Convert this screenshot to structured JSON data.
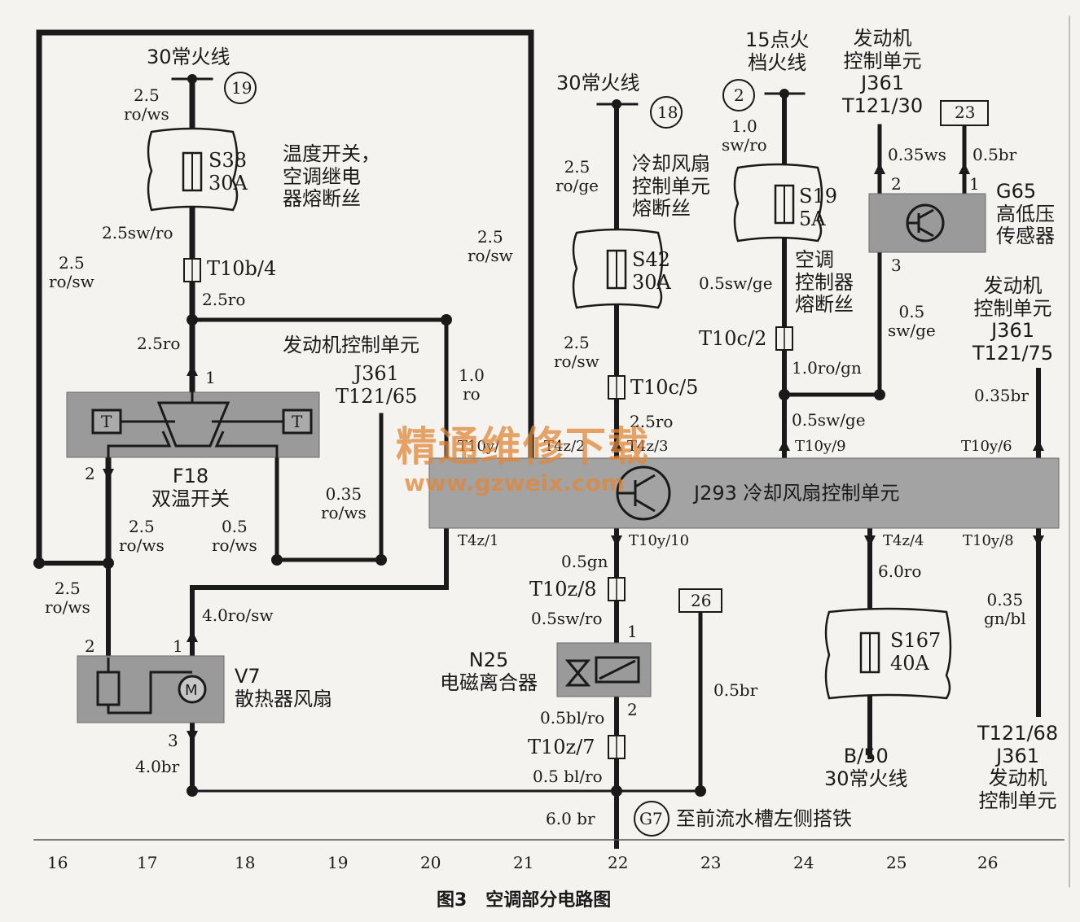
{
  "labels": {
    "s30_left": "30常火线",
    "s30_mid": "30常火线",
    "s15": "15点火\n档火线",
    "ecu_top": "发动机\n控制单元\nJ361\nT121/30",
    "ecu_right": "发动机\n控制单元\nJ361\nT121/75",
    "ecu_mid": "发动机控制单元",
    "j361_mid": "J361\nT121/65",
    "ecu_bottom": "T121/68\nJ361\n发动机\n控制单元",
    "s38": "S38\n30A",
    "s38_desc": "温度开关，\n空调继电\n器熔断丝",
    "s42": "S42\n30A",
    "s42_desc": "冷却风扇\n控制单元\n熔断丝",
    "s19": "S19\n5A",
    "s19_desc": "空调\n控制器\n熔断丝",
    "s167": "S167\n40A",
    "g65": "G65\n高低压\n传感器",
    "f18": "F18\n双温开关",
    "j293": "J293  冷却风扇控制单元",
    "v7": "V7\n散热器风扇",
    "n25": "N25\n电磁离合器",
    "b50": "B/50\n30常火线",
    "g7_desc": "至前流水槽左侧搭铁",
    "caption": "图3   空调部分电路图",
    "watermark_cn": "精通维修下载",
    "watermark_url": "www.gzweix.com"
  },
  "circles": {
    "c19": "19",
    "c18": "18",
    "c2": "2",
    "g7": "G7"
  },
  "boxes": {
    "b23": "23",
    "b26": "26"
  },
  "wires": {
    "w1": "2.5\nro/ws",
    "w2": "2.5sw/ro",
    "w3": "2.5ro",
    "w4": "2.5ro",
    "w5": "2.5\nro/sw",
    "w6": "2.5\nro/sw",
    "w7": "1.0\nro",
    "w8": "0.35\nro/ws",
    "w9": "2.5\nro/ws",
    "w10": "0.5\nro/ws",
    "w11": "2.5\nro/ws",
    "w12": "4.0ro/sw",
    "w13": "4.0br",
    "w14": "2.5\nro/ge",
    "w15": "2.5\nro/sw",
    "w16": "2.5ro",
    "w17": "0.5gn",
    "w18": "0.5sw/ro",
    "w19": "0.5bl/ro",
    "w20": "0.5 bl/ro",
    "w21": "6.0  br",
    "w22": "0.5br",
    "w23": "1.0\nsw/ro",
    "w24": "0.5sw/ge",
    "w25": "1.0ro/gn",
    "w26": "0.5sw/ge",
    "w27": "0.35ws",
    "w28": "0.5br",
    "w29": "0.5\nsw/ge",
    "w30": "0.35br",
    "w31": "6.0ro",
    "w32": "0.35\ngn/bl"
  },
  "connectors": {
    "t10b4": "T10b/4",
    "t10c5": "T10c/5",
    "t10c2": "T10c/2",
    "t10z8": "T10z/8",
    "t10z7": "T10z/7",
    "t10y": "T10y/",
    "t4z2": "T4z/2",
    "t4z3": "T4z/3",
    "t10y9": "T10y/9",
    "t10y6": "T10y/6",
    "t4z1": "T4z/1",
    "t10y10": "T10y/10",
    "t4z4": "T4z/4",
    "t10y8": "T10y/8"
  },
  "pins": {
    "f18_1": "1",
    "f18_2": "2",
    "v7_2": "2",
    "v7_1": "1",
    "v7_3": "3",
    "n25_1": "1",
    "n25_2": "2",
    "g65_2": "2",
    "g65_1": "1",
    "g65_3": "3",
    "t_left": "T",
    "t_right": "T"
  },
  "axis": [
    "16",
    "17",
    "18",
    "19",
    "20",
    "21",
    "22",
    "23",
    "24",
    "25",
    "26"
  ]
}
